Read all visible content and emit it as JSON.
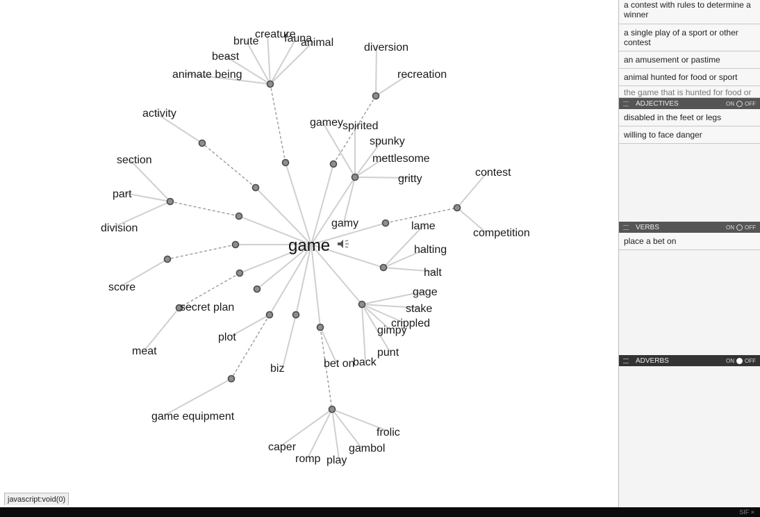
{
  "graph": {
    "center_word": "game",
    "words": [
      "creature",
      "fauna",
      "brute",
      "animal",
      "beast",
      "animate being",
      "diversion",
      "recreation",
      "activity",
      "gamey",
      "spirited",
      "spunky",
      "mettlesome",
      "gritty",
      "section",
      "part",
      "division",
      "contest",
      "competition",
      "gamy",
      "lame",
      "halting",
      "halt",
      "score",
      "gage",
      "stake",
      "secret plan",
      "crippled",
      "gimpy",
      "punt",
      "plot",
      "meat",
      "bet on",
      "back",
      "biz",
      "game equipment",
      "frolic",
      "gambol",
      "caper",
      "romp",
      "play"
    ]
  },
  "panel": {
    "nouns": {
      "items": [
        "a contest with rules to determine a winner",
        "a single play of a sport or other contest",
        "an amusement or pastime",
        "animal hunted for food or sport",
        "the game that is hunted for food or sport"
      ]
    },
    "adjectives": {
      "title": "ADJECTIVES",
      "on": "ON",
      "off": "OFF",
      "items": [
        "disabled in the feet or legs",
        "willing to face danger"
      ]
    },
    "verbs": {
      "title": "VERBS",
      "on": "ON",
      "off": "OFF",
      "items": [
        "place a bet on"
      ]
    },
    "adverbs": {
      "title": "ADVERBS",
      "on": "ON",
      "off": "OFF"
    }
  },
  "statusbar": {
    "text": "javascript:void(0)"
  },
  "bottombar": {
    "corner_text": "SIF ×"
  },
  "colors": {
    "edge": "#cfcfcf",
    "node": "#8e8e8e",
    "panel_header": "#555555",
    "bottom_bar": "#0b0b0b"
  }
}
